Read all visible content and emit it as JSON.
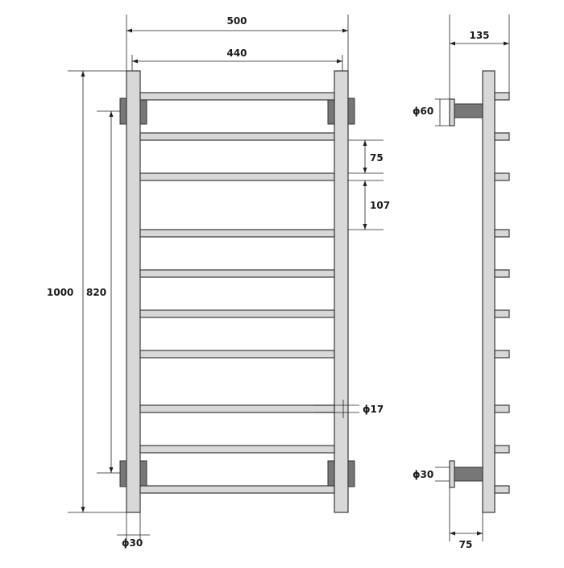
{
  "drawing": {
    "front_view": {
      "rung_count": 10,
      "labels": {
        "overall_width": "500",
        "inner_width": "440",
        "overall_height": "1000",
        "mount_height": "820",
        "rung_spacing_small": "75",
        "rung_spacing_large": "107",
        "rung_diameter": "ϕ17",
        "rail_diameter": "ϕ30"
      }
    },
    "side_view": {
      "labels": {
        "depth": "135",
        "flange_diameter": "ϕ60",
        "bracket_diameter": "ϕ30",
        "bracket_depth": "75"
      }
    },
    "colors": {
      "metal_fill": "#d8d8d8",
      "metal_stroke": "#3a3a3a",
      "dark_fill": "#777777"
    }
  }
}
